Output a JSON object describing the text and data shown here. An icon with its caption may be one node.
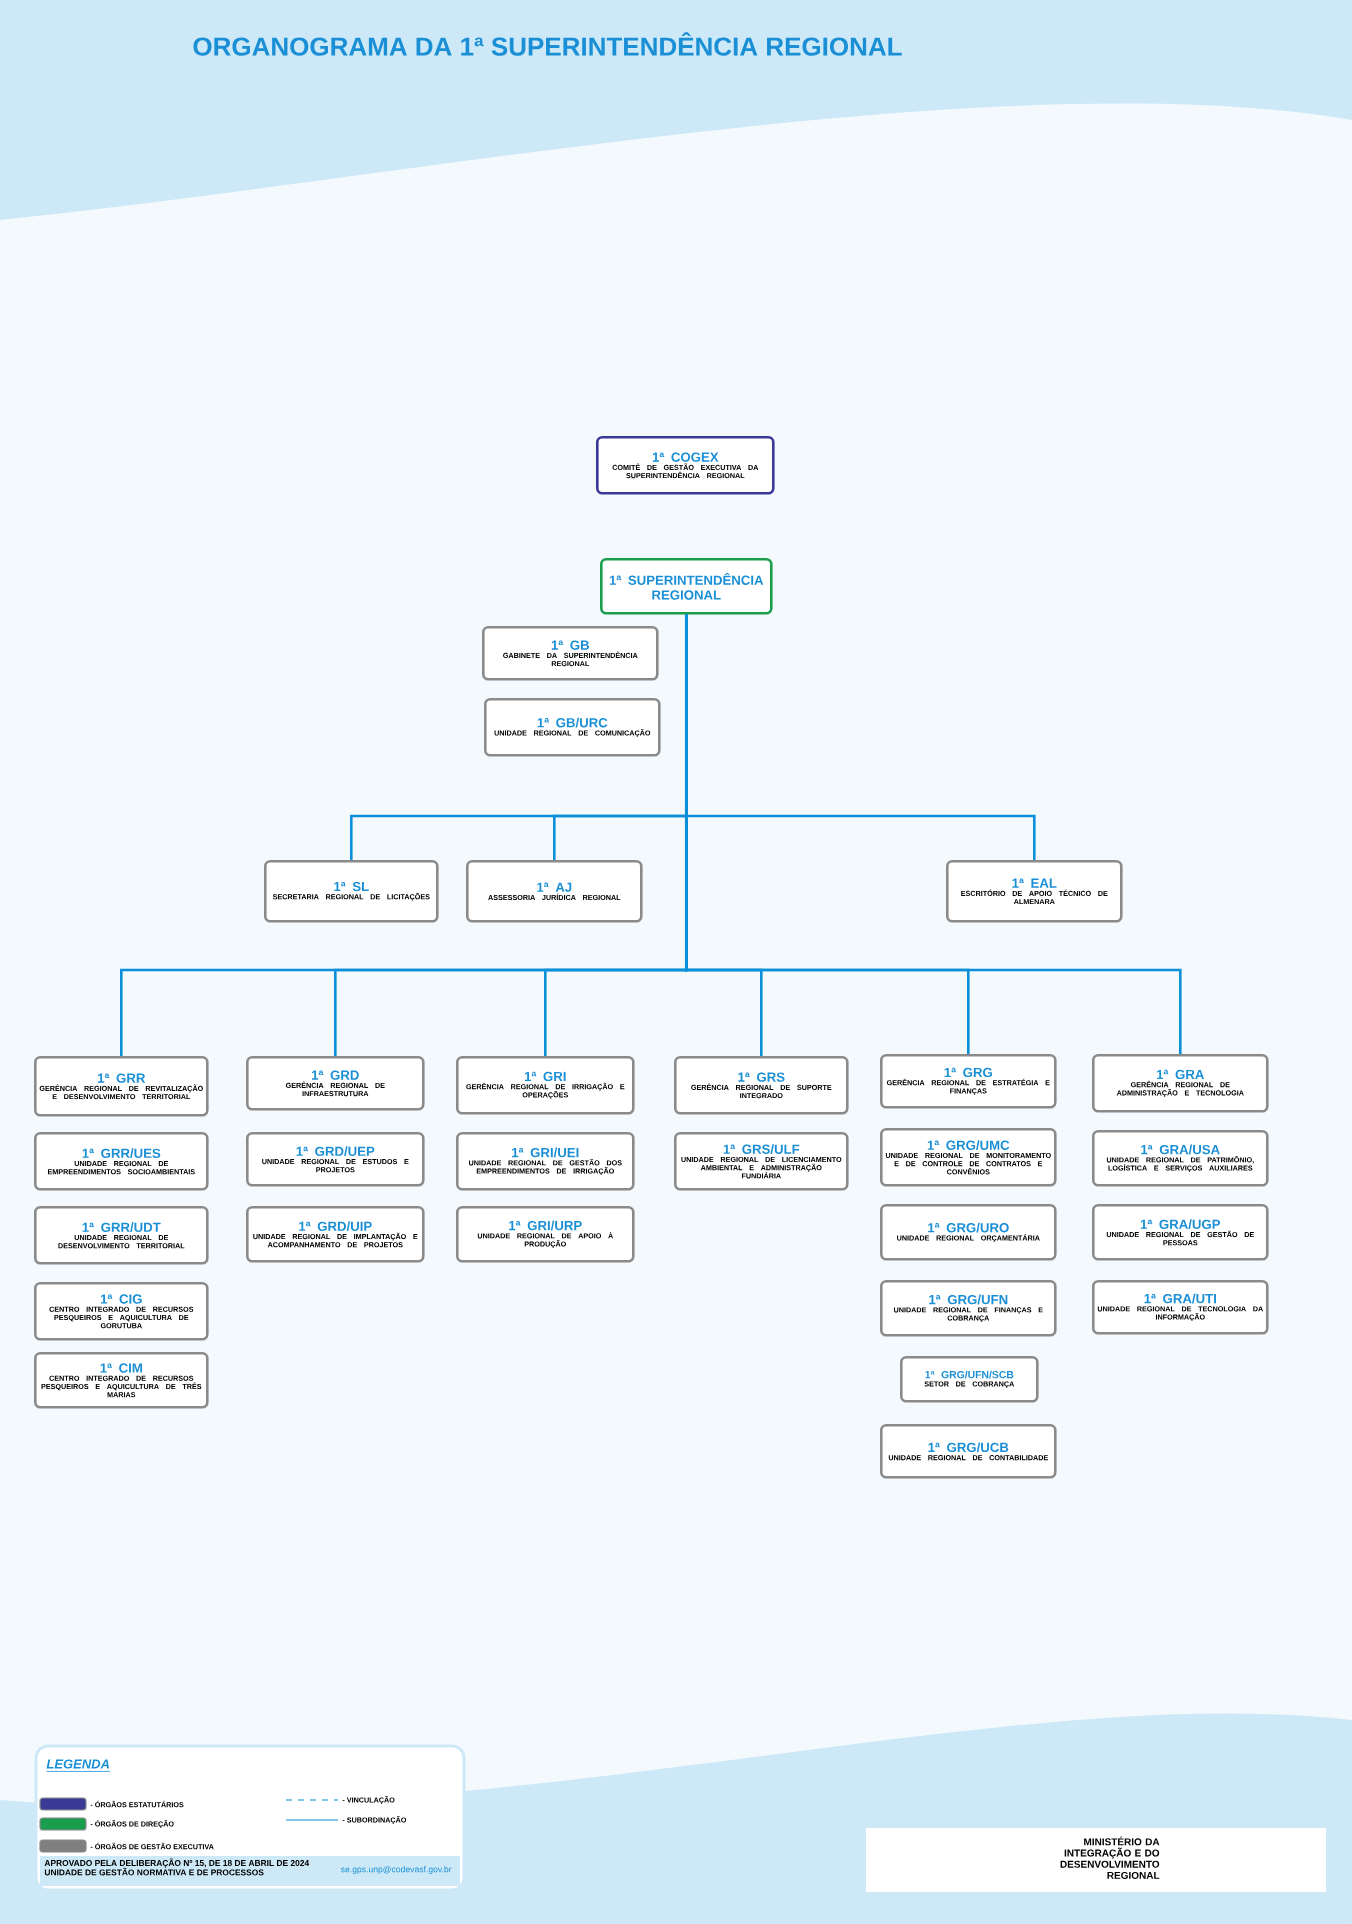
{
  "diagram": {
    "title": "ORGANOGRAMA DA 1ª SUPERINTENDÊNCIA REGIONAL",
    "nodes": [
      {
        "text": [
          "1ª COGEX",
          "COMITÊ DE GESTÃO EXECUTIVA DA SUPERINTENDÊNCIA REGIONAL"
        ]
      },
      {
        "text": [
          "1ª SUPERINTENDÊNCIA REGIONAL"
        ]
      },
      {
        "text": [
          "1ª GB",
          "GABINETE DA SUPERINTENDÊNCIA REGIONAL"
        ]
      },
      {
        "text": [
          "1ª GB/URC",
          "UNIDADE REGIONAL DE COMUNICAÇÃO"
        ]
      },
      {
        "text": [
          "1ª SL",
          "SECRETARIA REGIONAL DE LICITAÇÕES"
        ]
      },
      {
        "text": [
          "1ª AJ",
          "ASSESSORIA JURÍDICA REGIONAL"
        ]
      },
      {
        "text": [
          "1ª EAL",
          "ESCRITÓRIO DE APOIO TÉCNICO DE ALMENARA"
        ]
      },
      {
        "text": [
          "1ª GRR",
          "GERÊNCIA REGIONAL DE REVITALIZAÇÃO E DESENVOLVIMENTO TERRITORIAL"
        ]
      },
      {
        "text": [
          "1ª GRR/UES",
          "UNIDADE REGIONAL DE EMPREENDIMENTOS SOCIOAMBIENTAIS"
        ]
      },
      {
        "text": [
          "1ª GRR/UDT",
          "UNIDADE REGIONAL DE DESENVOLVIMENTO TERRITORIAL"
        ]
      },
      {
        "text": [
          "1ª CIG",
          "CENTRO INTEGRADO DE RECURSOS PESQUEIROS E AQUICULTURA DE GORUTUBA"
        ]
      },
      {
        "text": [
          "1ª CIM",
          "CENTRO INTEGRADO DE RECURSOS PESQUEIROS E AQUICULTURA DE TRÊS MARIAS"
        ]
      },
      {
        "text": [
          "1ª GRD",
          "GERÊNCIA REGIONAL DE INFRAESTRUTURA"
        ]
      },
      {
        "text": [
          "1ª GRD/UEP",
          "UNIDADE REGIONAL DE ESTUDOS E PROJETOS"
        ]
      },
      {
        "text": [
          "1ª GRD/UIP",
          "UNIDADE REGIONAL DE IMPLANTAÇÃO E ACOMPANHAMENTO DE PROJETOS"
        ]
      },
      {
        "text": [
          "1ª GRI",
          "GERÊNCIA REGIONAL DE IRRIGAÇÃO E OPERAÇÕES"
        ]
      },
      {
        "text": [
          "1ª GRI/UEI",
          "UNIDADE REGIONAL DE GESTÃO DOS EMPREENDIMENTOS DE IRRIGAÇÃO"
        ]
      },
      {
        "text": [
          "1ª GRI/URP",
          "UNIDADE REGIONAL DE APOIO À PRODUÇÃO"
        ]
      },
      {
        "text": [
          "1ª GRS",
          "GERÊNCIA REGIONAL DE SUPORTE INTEGRADO"
        ]
      },
      {
        "text": [
          "1ª GRS/ULF",
          "UNIDADE REGIONAL DE LICENCIAMENTO AMBIENTAL E ADMINISTRAÇÃO FUNDIÁRIA"
        ]
      },
      {
        "text": [
          "1ª GRG",
          "GERÊNCIA REGIONAL DE ESTRATÉGIA E FINANÇAS"
        ]
      },
      {
        "text": [
          "1ª GRG/UMC",
          "UNIDADE REGIONAL DE MONITORAMENTO E DE CONTROLE DE CONTRATOS E CONVÊNIOS"
        ]
      },
      {
        "text": [
          "1ª GRG/URO",
          "UNIDADE REGIONAL ORÇAMENTÁRIA"
        ]
      },
      {
        "text": [
          "1ª GRG/UFN",
          "UNIDADE REGIONAL DE FINANÇAS E COBRANÇA"
        ]
      },
      {
        "text": [
          "1ª GRG/UFN/SCB",
          "SETOR DE COBRANÇA"
        ]
      },
      {
        "text": [
          "1ª GRG/UCB",
          "UNIDADE REGIONAL DE CONTABILIDADE"
        ]
      },
      {
        "text": [
          "1ª GRA",
          "GERÊNCIA REGIONAL DE ADMINISTRAÇÃO E TECNOLOGIA"
        ]
      },
      {
        "text": [
          "1ª GRA/USA",
          "UNIDADE REGIONAL DE PATRIMÔNIO, LOGÍSTICA E SERVIÇOS AUXILIARES"
        ]
      },
      {
        "text": [
          "1ª GRA/UGP",
          "UNIDADE REGIONAL DE GESTÃO DE PESSOAS"
        ]
      },
      {
        "text": [
          "1ª GRA/UTI",
          "UNIDADE REGIONAL DE TECNOLOGIA DA INFORMAÇÃO"
        ]
      }
    ],
    "edges": [
      {
        "from": 1,
        "to": 4,
        "arrow": "none"
      },
      {
        "from": 1,
        "to": 5,
        "arrow": "none"
      },
      {
        "from": 1,
        "to": 6,
        "arrow": "none"
      },
      {
        "from": 1,
        "to": 7,
        "arrow": "none"
      },
      {
        "from": 1,
        "to": 12,
        "arrow": "none"
      },
      {
        "from": 1,
        "to": 15,
        "arrow": "none"
      },
      {
        "from": 1,
        "to": 18,
        "arrow": "none"
      },
      {
        "from": 1,
        "to": 20,
        "arrow": "none"
      },
      {
        "from": 1,
        "to": 26,
        "arrow": "none"
      }
    ],
    "labels": [
      "LEGENDA",
      "APROVADO PELA DELIBERAÇÃO Nº 15, DE 18 DE ABRIL DE 2024",
      "UNIDADE DE GESTÃO NORMATIVA E DE PROCESSOS",
      "se.gps.unp@codevasf.gov.br",
      "MINISTÉRIO DA INTEGRAÇÃO E DO DESENVOLVIMENTO REGIONAL"
    ],
    "legend": [
      {
        "text": "- ÓRGÃOS ESTATUTÁRIOS",
        "color": "#3a3a96"
      },
      {
        "text": "- ÓRGÃOS DE DIREÇÃO",
        "color": "#1a9e4e"
      },
      {
        "text": "- ÓRGÃOS DE GESTÃO EXECUTIVA",
        "color": "#7f7f7f"
      },
      {
        "text": "- VINCULAÇÃO"
      },
      {
        "text": "- SUBORDINAÇÃO"
      }
    ]
  }
}
